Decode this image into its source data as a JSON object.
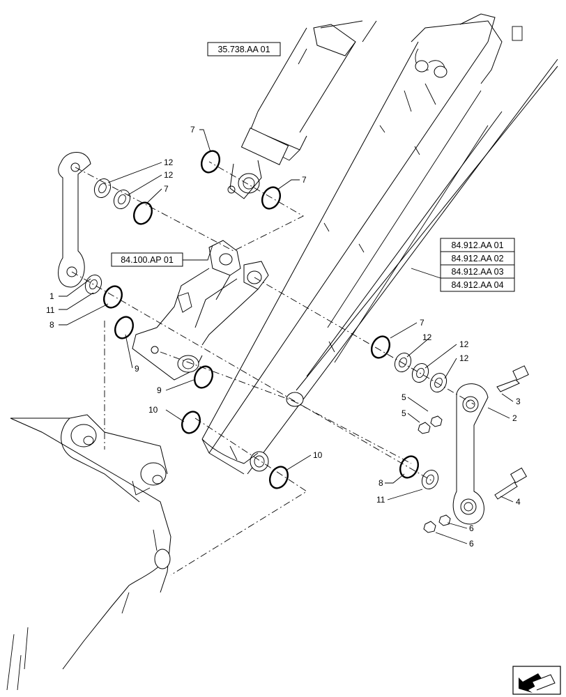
{
  "references": {
    "cylinder": "35.738.AA 01",
    "linkage": "84.100.AP 01",
    "arm": [
      "84.912.AA 01",
      "84.912.AA 02",
      "84.912.AA 03",
      "84.912.AA 04"
    ]
  },
  "callouts": {
    "c1": "1",
    "c2": "2",
    "c3": "3",
    "c4": "4",
    "c5a": "5",
    "c5b": "5",
    "c6a": "6",
    "c6b": "6",
    "c7a": "7",
    "c7b": "7",
    "c7c": "7",
    "c7d": "7",
    "c8a": "8",
    "c8b": "8",
    "c9a": "9",
    "c9b": "9",
    "c10a": "10",
    "c10b": "10",
    "c11a": "11",
    "c11b": "11",
    "c12a": "12",
    "c12b": "12",
    "c12c": "12",
    "c12d": "12",
    "c12e": "12"
  },
  "icons": {
    "nav": "next-page-arrow-icon"
  }
}
